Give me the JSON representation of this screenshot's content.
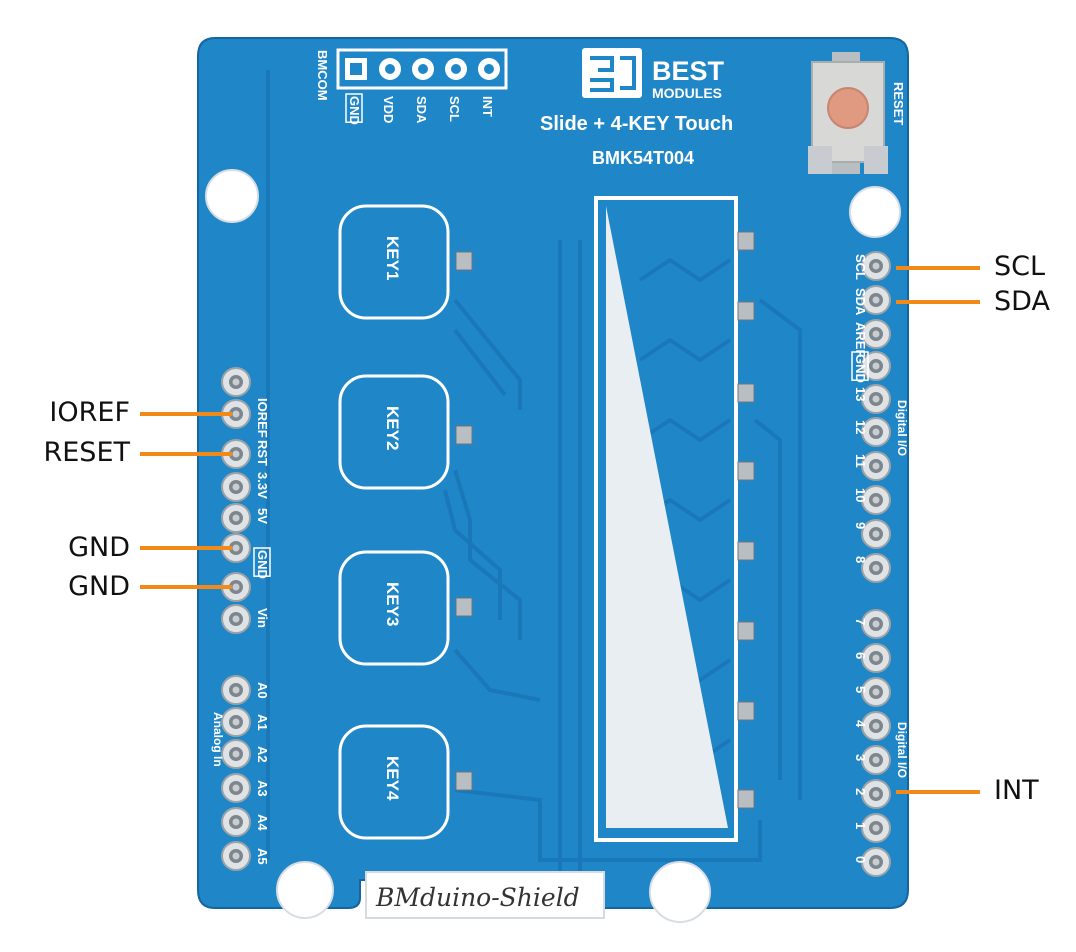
{
  "board": {
    "brand_line1": "BEST",
    "brand_line2": "MODULES",
    "product_title": "Slide + 4-KEY Touch",
    "model": "BMK54T004",
    "shield_label": "BMduino-Shield",
    "bmcom_label": "BMCOM",
    "reset_label": "RESET",
    "header_pins": [
      "GND",
      "VDD",
      "SDA",
      "SCL",
      "INT"
    ],
    "keys": [
      "KEY1",
      "KEY2",
      "KEY3",
      "KEY4"
    ],
    "left_power_pins": [
      "IOREF",
      "RST",
      "3.3V",
      "5V",
      "GND",
      "GND",
      "Vin"
    ],
    "left_analog_pins": [
      "A0",
      "A1",
      "A2",
      "A3",
      "A4",
      "A5"
    ],
    "analog_in_label": "Analog In",
    "right_top_pins": [
      "SCL",
      "SDA",
      "AREF",
      "GND",
      "13",
      "12",
      "11",
      "10",
      "9",
      "8"
    ],
    "right_bottom_pins": [
      "7",
      "6",
      "5",
      "4",
      "3",
      "2",
      "1",
      "0"
    ],
    "digital_io_label": "Digital I/O",
    "colors": {
      "pcb": "#1f86c8",
      "pcb_dark": "#1670ad",
      "callout_line": "#f28a1a",
      "slider": "#e9eef2",
      "pad": "#c8cdd2"
    }
  },
  "callouts": {
    "scl": "SCL",
    "sda": "SDA",
    "ioref": "IOREF",
    "reset": "RESET",
    "gnd1": "GND",
    "gnd2": "GND",
    "int": "INT"
  }
}
